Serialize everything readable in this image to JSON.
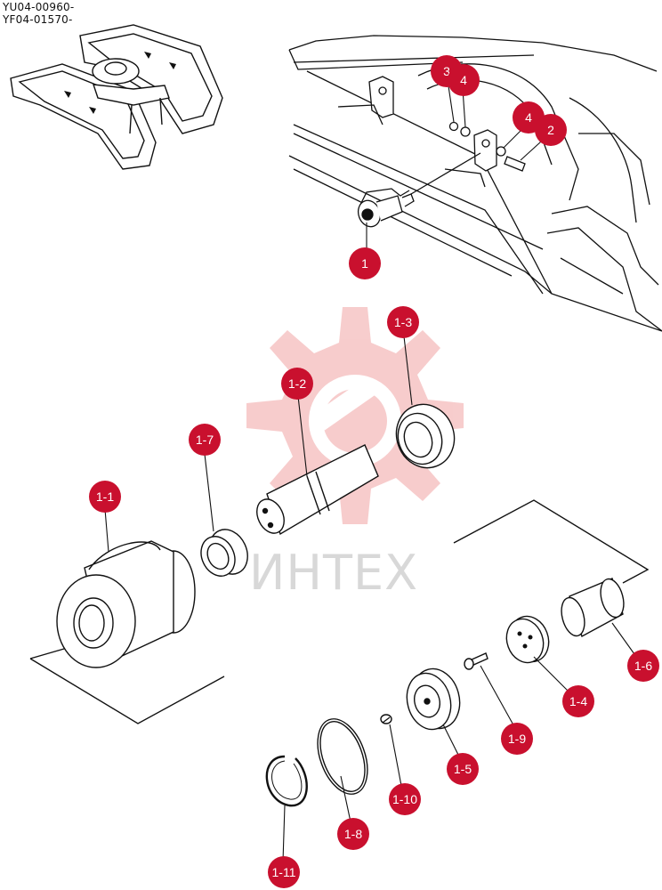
{
  "header": {
    "line1": "YU04-00960-",
    "line2": "YF04-01570-"
  },
  "watermark": {
    "text": "ИНТЕХ",
    "gear_color": "#f4b6b6"
  },
  "accent_color": "#c9102e",
  "callouts": [
    {
      "id": "c-3",
      "label": "3"
    },
    {
      "id": "c-4a",
      "label": "4"
    },
    {
      "id": "c-4b",
      "label": "4"
    },
    {
      "id": "c-2",
      "label": "2"
    },
    {
      "id": "c-1",
      "label": "1"
    },
    {
      "id": "c-1-3",
      "label": "1-3"
    },
    {
      "id": "c-1-2",
      "label": "1-2"
    },
    {
      "id": "c-1-7",
      "label": "1-7"
    },
    {
      "id": "c-1-1",
      "label": "1-1"
    },
    {
      "id": "c-1-6",
      "label": "1-6"
    },
    {
      "id": "c-1-4",
      "label": "1-4"
    },
    {
      "id": "c-1-9",
      "label": "1-9"
    },
    {
      "id": "c-1-5",
      "label": "1-5"
    },
    {
      "id": "c-1-10",
      "label": "1-10"
    },
    {
      "id": "c-1-8",
      "label": "1-8"
    },
    {
      "id": "c-1-11",
      "label": "1-11"
    }
  ]
}
